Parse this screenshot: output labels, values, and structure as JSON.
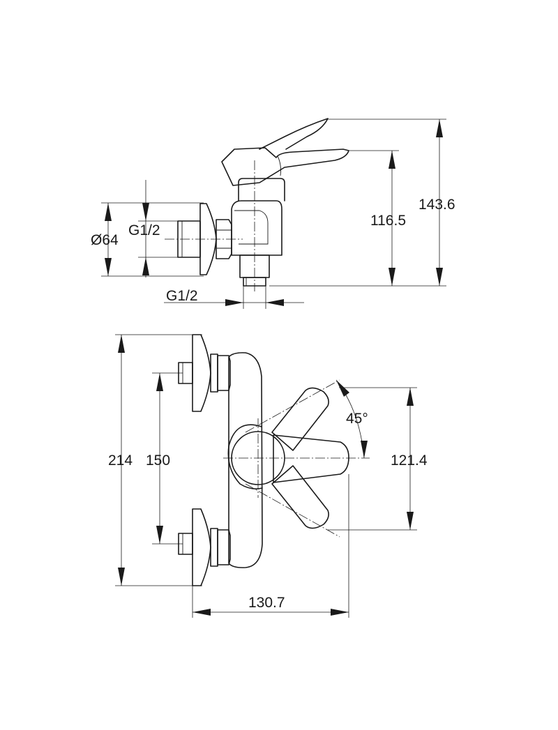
{
  "top_view": {
    "height_total": "143.6",
    "height_outlet": "116.5",
    "diameter": "Ø64",
    "thread_inlet": "G1/2",
    "thread_outlet": "G1/2"
  },
  "front_view": {
    "height": "214",
    "spacing": "150",
    "handle_swing": "121.4",
    "angle": "45°",
    "depth": "130.7"
  }
}
